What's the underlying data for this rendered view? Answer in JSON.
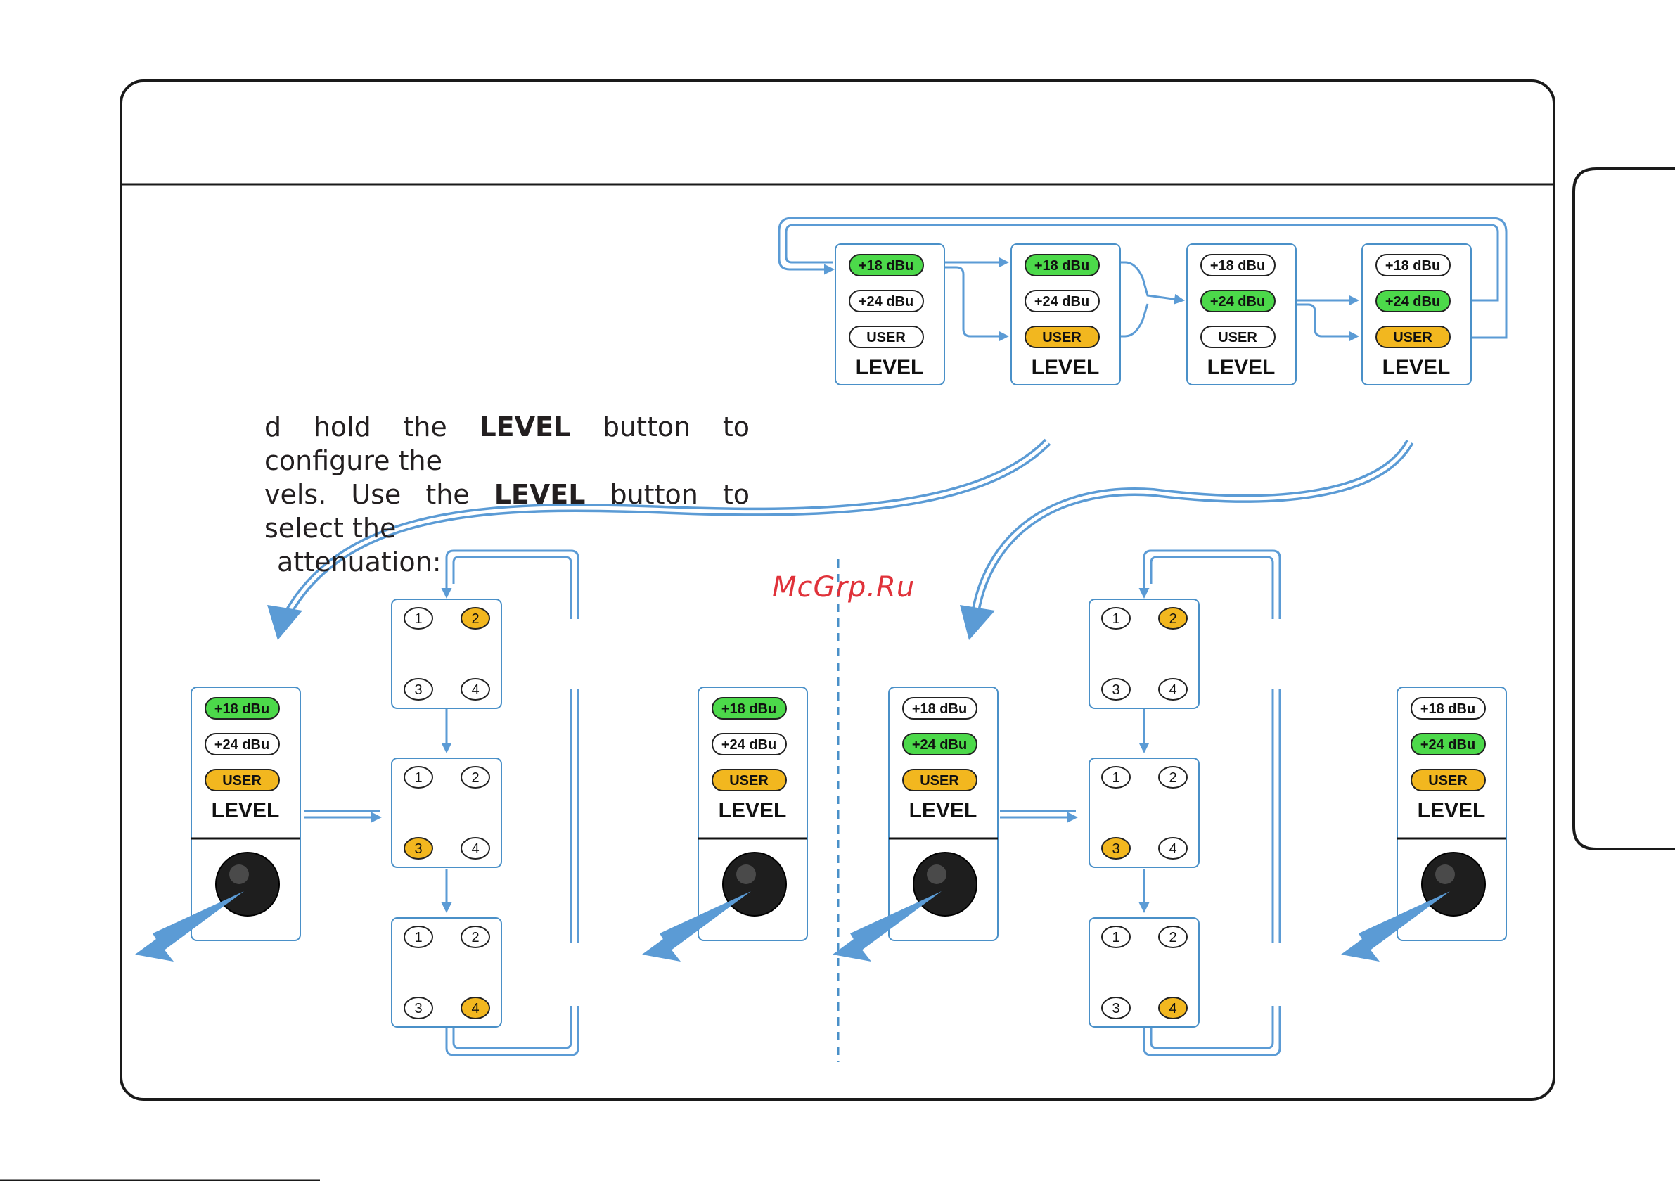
{
  "colors": {
    "frame": "#1a1a1a",
    "panel_border": "#4a90c8",
    "arrow": "#5b9bd5",
    "led_green": "#4cd94a",
    "led_yellow": "#f2b71f",
    "led_off": "#ffffff",
    "knob": "#1e1e1e",
    "watermark": "#e0323a"
  },
  "level_panel": {
    "led_labels": [
      "+18 dBu",
      "+24 dBu",
      "USER"
    ],
    "button_label": "LEVEL"
  },
  "top_sequence": {
    "states": [
      {
        "lit": [
          "green",
          "off",
          "off"
        ]
      },
      {
        "lit": [
          "green",
          "off",
          "yellow"
        ]
      },
      {
        "lit": [
          "off",
          "green",
          "off"
        ]
      },
      {
        "lit": [
          "off",
          "green",
          "yellow"
        ]
      }
    ]
  },
  "instructions": {
    "line1_pre": "d hold the ",
    "line1_bold": "LEVEL",
    "line1_post": " button to configure the",
    "line2_pre": "vels. Use the ",
    "line2_bold": "LEVEL",
    "line2_post": " button to select the",
    "line3": "attenuation:"
  },
  "attenuation_grid": {
    "labels": [
      "1",
      "2",
      "3",
      "4"
    ],
    "sequence_active": [
      2,
      3,
      4
    ]
  },
  "left_section": {
    "start_panel_lit": [
      "green",
      "off",
      "yellow"
    ],
    "end_panel_lit": [
      "green",
      "off",
      "yellow"
    ]
  },
  "right_section": {
    "start_panel_lit": [
      "off",
      "green",
      "yellow"
    ],
    "end_panel_lit": [
      "off",
      "green",
      "yellow"
    ]
  },
  "watermark": "McGrp.Ru"
}
